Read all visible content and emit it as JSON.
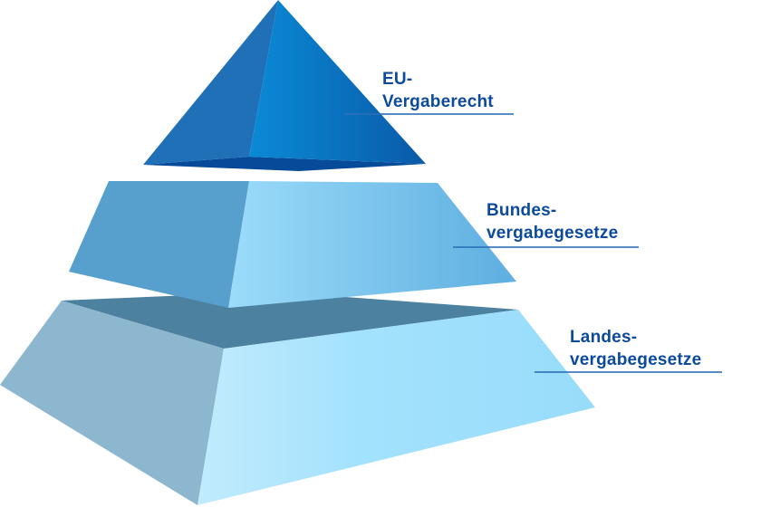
{
  "diagram": {
    "title": "Vergaberecht pyramid",
    "levels": [
      {
        "line1": "EU-",
        "line2": "Vergaberecht",
        "color": "#0a7fd0"
      },
      {
        "line1": "Bundes-",
        "line2": "vergabegesetze",
        "color": "#7cc8ef"
      },
      {
        "line1": "Landes-",
        "line2": "vergabegesetze",
        "color": "#9fdffb"
      }
    ],
    "text_color": "#0b4a9c"
  }
}
